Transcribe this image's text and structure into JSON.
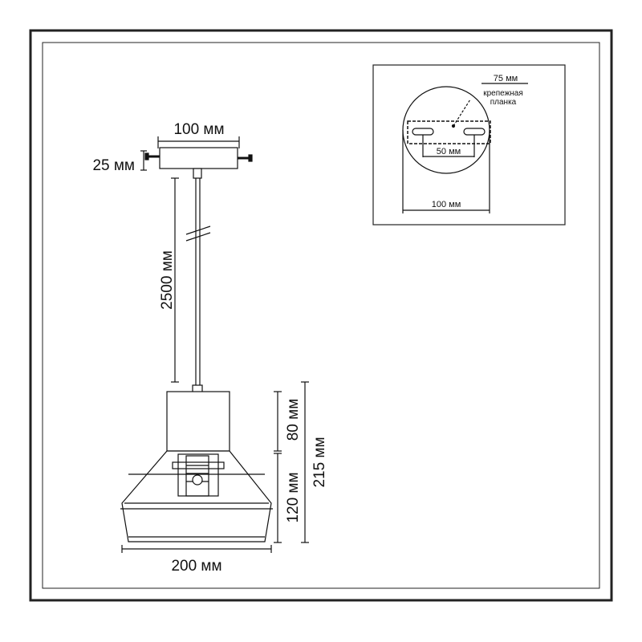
{
  "main_view": {
    "canopy_width": "100 мм",
    "canopy_height": "25 мм",
    "cord_length": "2500 мм",
    "socket_height": "80 мм",
    "shade_height": "120 мм",
    "total_height": "215 мм",
    "shade_width": "200 мм"
  },
  "inset_view": {
    "bracket_length": "75 мм",
    "bracket_label_line1": "крепежная",
    "bracket_label_line2": "планка",
    "hole_spacing": "50 мм",
    "canopy_diameter": "100 мм"
  }
}
